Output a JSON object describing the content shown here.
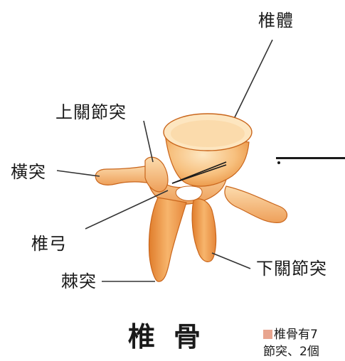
{
  "labels": {
    "vertebral_body": "椎體",
    "superior_articular_process": "上關節突",
    "transverse_process": "橫突",
    "vertebral_arch": "椎弓",
    "spinous_process": "棘突",
    "inferior_articular_process": "下關節突"
  },
  "title": "椎骨",
  "note": {
    "line1": "椎骨有7",
    "line2": "節突、2個"
  },
  "colors": {
    "bone_light": "#fbd9a6",
    "bone_mid": "#f6b26a",
    "bone_dark": "#e07d2c",
    "outline": "#c9651b",
    "leader_line": "#333333",
    "note_square": "#e8a58f"
  }
}
